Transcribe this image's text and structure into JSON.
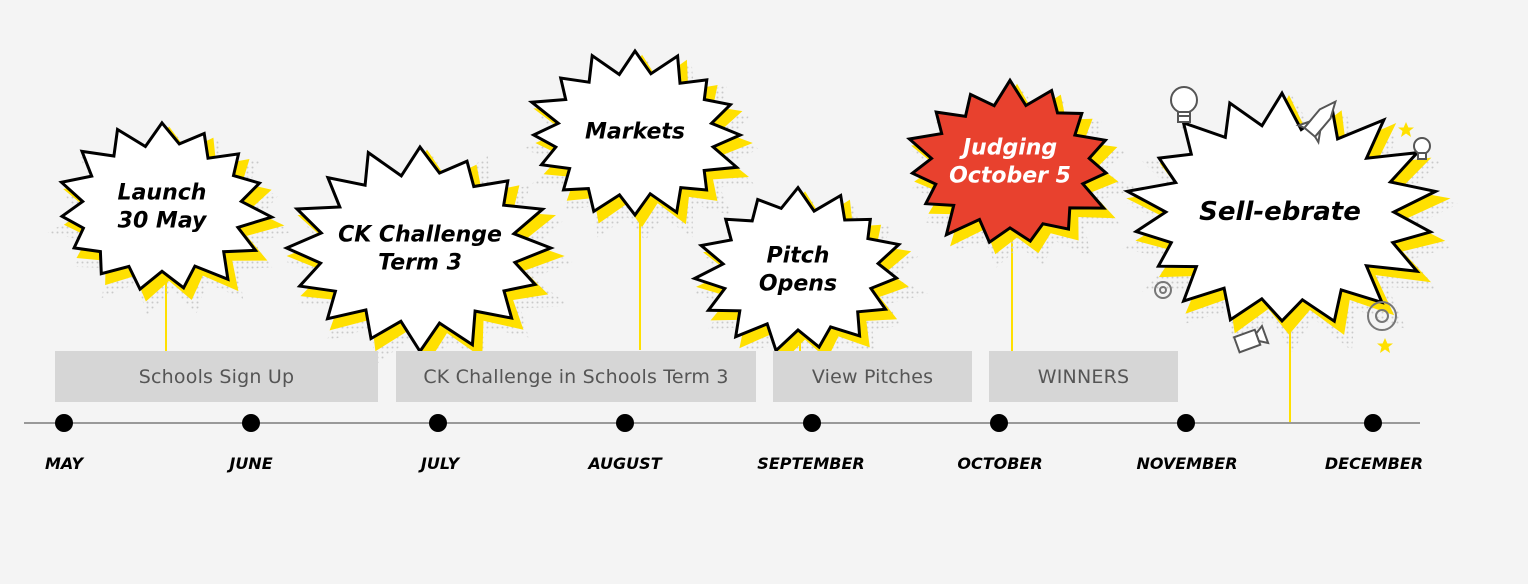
{
  "events": [
    {
      "lines": [
        "Launch",
        "30 May"
      ],
      "fill": "#ffffff"
    },
    {
      "lines": [
        "CK Challenge",
        "Term 3"
      ],
      "fill": "#ffffff"
    },
    {
      "lines": [
        "Markets"
      ],
      "fill": "#ffffff"
    },
    {
      "lines": [
        "Pitch",
        "Opens"
      ],
      "fill": "#ffffff"
    },
    {
      "lines": [
        "Judging",
        "October 5"
      ],
      "fill": "#e8412e"
    },
    {
      "lines": [
        "Sell-ebrate"
      ],
      "fill": "#ffffff"
    }
  ],
  "phases": [
    "Schools Sign Up",
    "CK Challenge in Schools Term 3",
    "View Pitches",
    "WINNERS"
  ],
  "months": [
    "MAY",
    "JUNE",
    "JULY",
    "AUGUST",
    "SEPTEMBER",
    "OCTOBER",
    "NOVEMBER",
    "DECEMBER"
  ],
  "colors": {
    "accent": "#ffe000",
    "judging_fill": "#e8412e",
    "bar": "#d6d6d6",
    "line": "#999999"
  },
  "icons": [
    "lightbulb-icon",
    "rocket-icon",
    "star-icon",
    "gear-icon",
    "camera-icon"
  ]
}
